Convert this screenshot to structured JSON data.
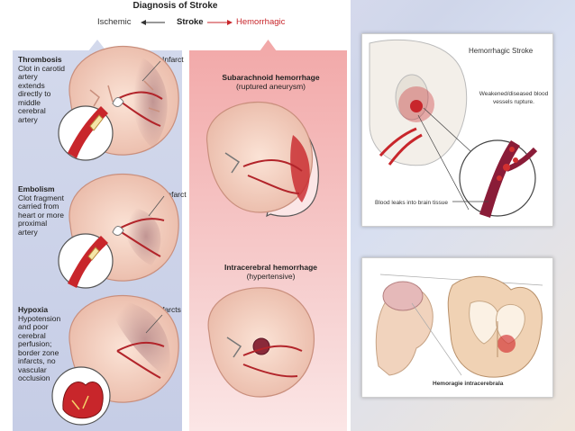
{
  "main": {
    "title": "Diagnosis of Stroke",
    "left_label": "Ischemic",
    "center_label": "Stroke",
    "right_label": "Hemorrhagic",
    "thrombosis": {
      "heading": "Thrombosis",
      "text": "Clot in carotid artery extends directly to middle cerebral artery",
      "callout": "Infarct"
    },
    "embolism": {
      "heading": "Embolism",
      "text": "Clot fragment carried from heart or more proximal artery",
      "callout": "Infarct"
    },
    "hypoxia": {
      "heading": "Hypoxia",
      "text": "Hypotension and poor cerebral perfusion; border zone infarcts, no vascular occlusion",
      "callout": "Infarcts"
    },
    "subarachnoid": {
      "heading": "Subarachnoid hemorrhage",
      "sub": "(ruptured aneurysm)"
    },
    "intracerebral": {
      "heading": "Intracerebral hemorrhage",
      "sub": "(hypertensive)"
    }
  },
  "top_right": {
    "title": "Hemorrhagic Stroke",
    "callout_vessels": "Weakened/diseased blood vessels rupture.",
    "callout_leak": "Blood leaks into brain tissue"
  },
  "bottom_right": {
    "caption": "Hemoragie intracerebrala"
  },
  "colors": {
    "red": "#c8262b",
    "ischemic": "#c6cde6",
    "hemorrhagic": "#f2a8a8"
  }
}
